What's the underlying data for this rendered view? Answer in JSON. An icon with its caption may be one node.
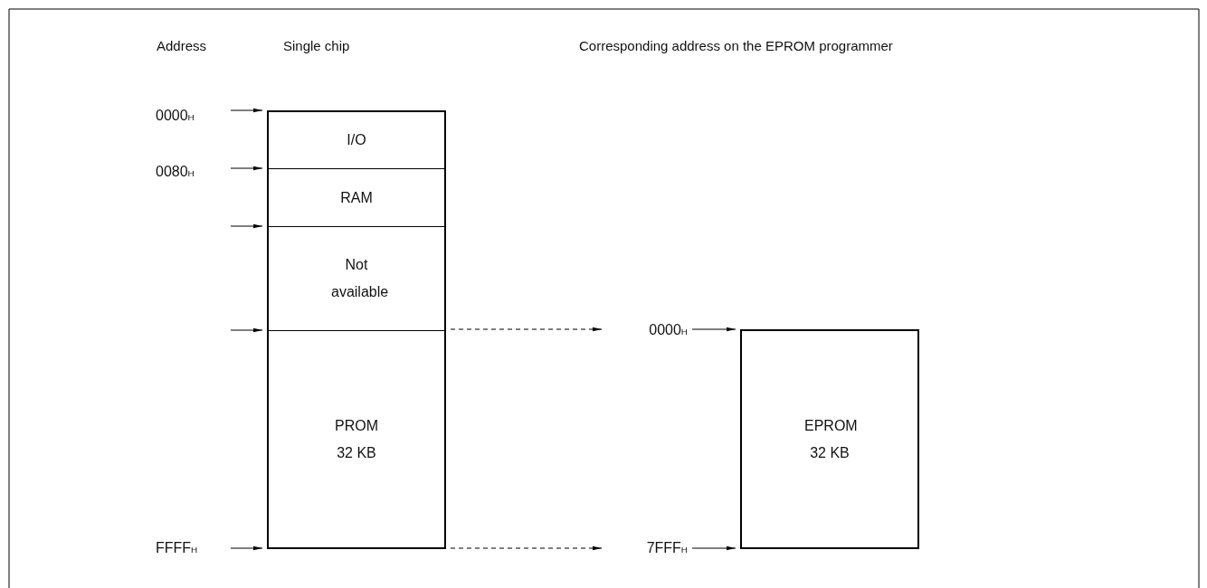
{
  "diagram": {
    "nodes": [
      {
        "text": [
          "I/O"
        ]
      },
      {
        "text": [
          "RAM"
        ]
      },
      {
        "text": [
          "Not available"
        ]
      },
      {
        "text": [
          "PROM 32 KB"
        ]
      },
      {
        "text": [
          "0000$_{H}$"
        ]
      },
      {
        "text": [
          "0080$_{H}$"
        ]
      },
      {
        "text": [
          "FFFF$_{H}$"
        ]
      },
      {
        "text": [
          "0000$_{H}$"
        ]
      },
      {
        "text": [
          "7FFF$_{H}$"
        ]
      },
      {
        "text": [
          "EPROM 32 KB"
        ]
      }
    ],
    "edges": [
      {
        "from": 4,
        "to": 0,
        "arrow": "to"
      },
      {
        "from": 5,
        "to": 1,
        "arrow": "to"
      },
      {
        "from": null,
        "to": 2,
        "arrow": "to"
      },
      {
        "from": null,
        "to": 3,
        "arrow": "to"
      },
      {
        "from": 6,
        "to": 3,
        "arrow": "to"
      },
      {
        "from": 3,
        "to": 7,
        "arrow": "to",
        "style": "dashed"
      },
      {
        "from": 3,
        "to": 8,
        "arrow": "to",
        "style": "dashed"
      },
      {
        "from": 7,
        "to": 9,
        "arrow": "to"
      },
      {
        "from": 8,
        "to": 9,
        "arrow": "to"
      }
    ],
    "labels": [
      "Address",
      "Single chip",
      "Corresponding address on the EPROM programmer"
    ]
  }
}
